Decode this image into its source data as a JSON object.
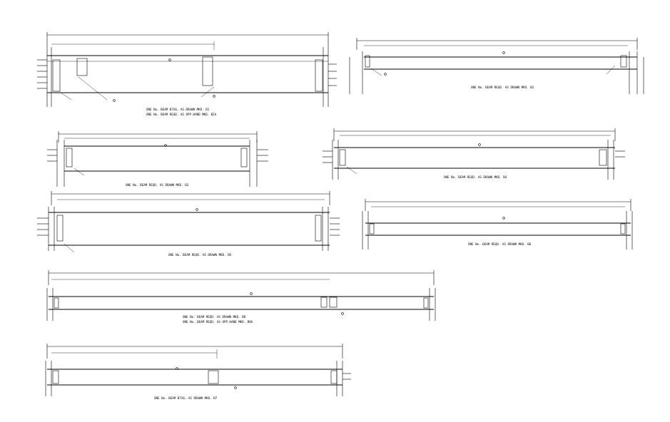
{
  "drawing": {
    "captions": {
      "b1_line1": "ONE No. BEAM B7X6, AS DRAWN MKD. B1",
      "b1_line2": "ONE No. BEAM REQD. AS OPP.HAND MKD. B1A",
      "b2": "ONE No. BEAM REQD. AS DRAWN MKD. B2",
      "b3": "ONE No. BEAM REQD. AS DRAWN MKD. B3",
      "b4": "ONE No. BEAM REQD. AS DRAWN MKD. B4",
      "b5": "ONE No. BEAM REQD. AS DRAWN MKD. B5",
      "b6": "ONE No. BEAM REQD. AS DRAWN MKD. B6",
      "b7_line1": "ONE No. BEAM REQD. AS DRAWN MKD. B8",
      "b7_line2": "ONE No. BEAM REQD. AS OPP.HAND MKD. B8A",
      "b8": "ONE No. BEAM B7X6, AS DRAWN MKD. B7"
    }
  }
}
